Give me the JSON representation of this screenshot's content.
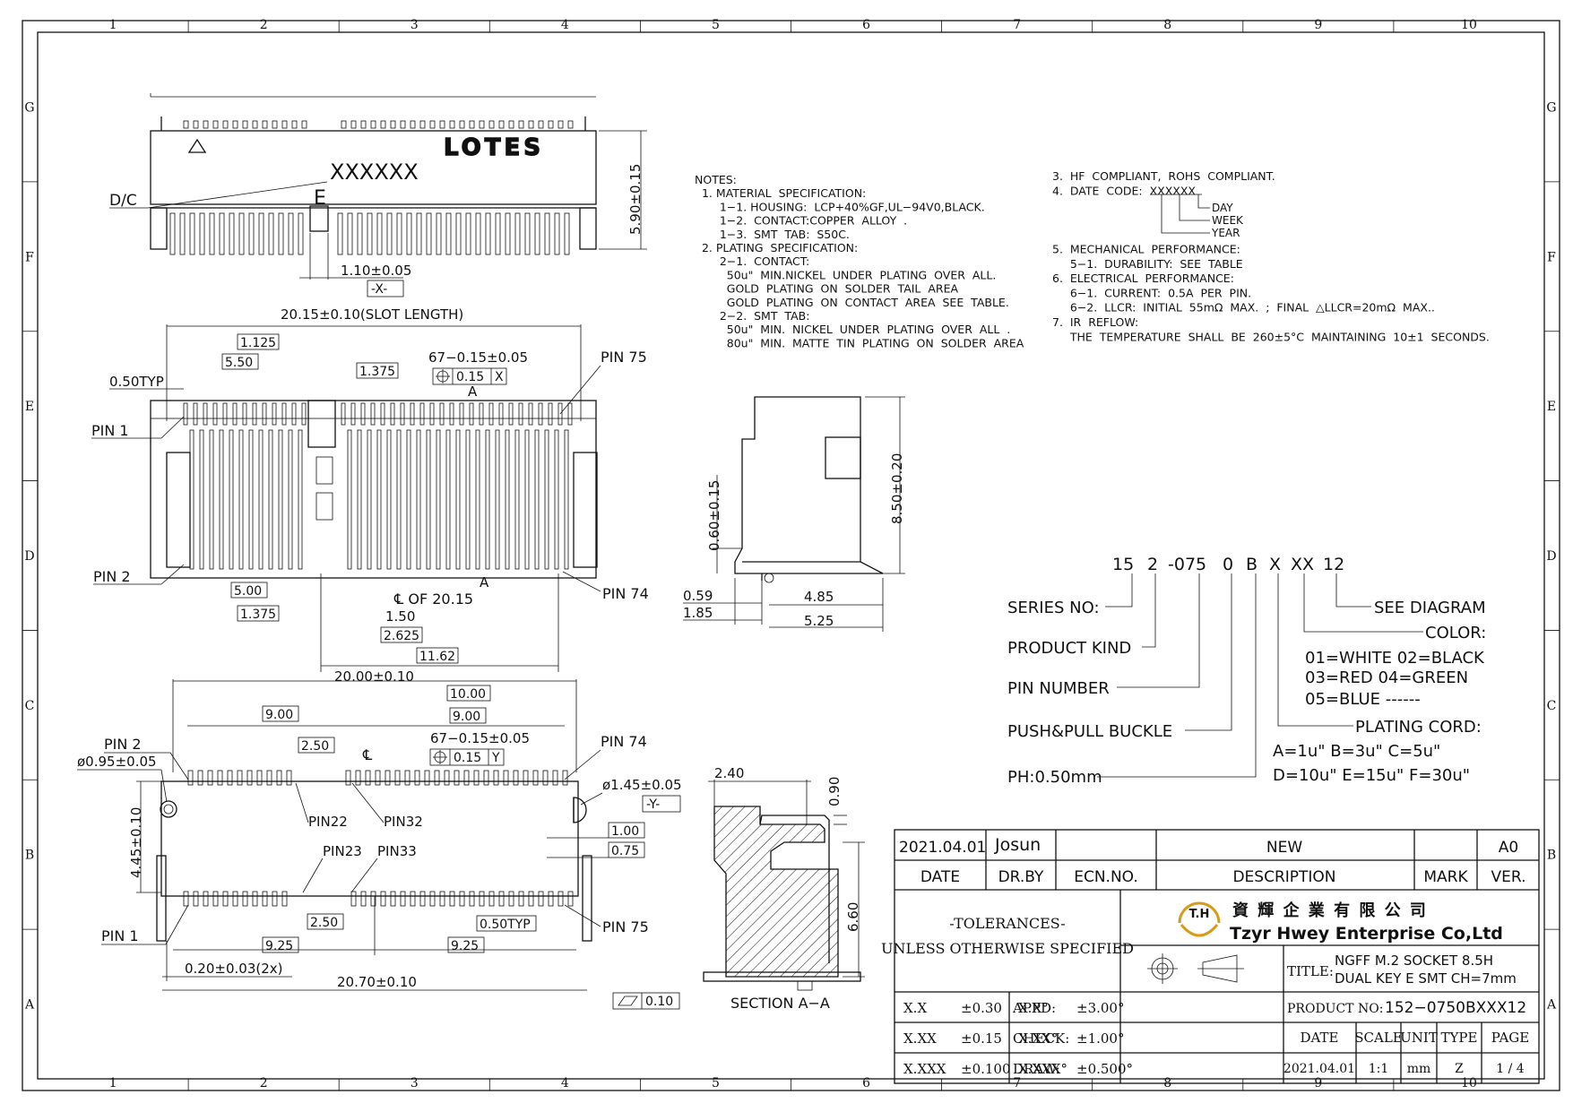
{
  "frame": {
    "cols": [
      "1",
      "2",
      "3",
      "4",
      "5",
      "6",
      "7",
      "8",
      "9",
      "10"
    ],
    "rows": [
      "G",
      "F",
      "E",
      "D",
      "C",
      "B",
      "A"
    ]
  },
  "top_view": {
    "logo": "LOTES",
    "marking": "XXXXXX",
    "key_letter": "E",
    "dc_label": "D/C",
    "dim_height": "5.90±0.15",
    "dim_key": "1.10±0.05",
    "datum_x": "-X-"
  },
  "front_view": {
    "slot_length": "20.15±0.10(SLOT LENGTH)",
    "d1125": "1.125",
    "d550": "5.50",
    "d1375": "1.375",
    "pitch_typ": "0.50TYP",
    "pins_tol": "67−0.15±0.05",
    "pos_tol": "0.15",
    "pos_datum": "X",
    "pin1": "PIN  1",
    "pin2": "PIN  2",
    "pin74": "PIN  74",
    "pin75": "PIN  75",
    "section_mark_top": "A",
    "section_mark_bottom": "A",
    "d500": "5.00",
    "d1375b": "1.375",
    "center": "℄  OF  20.15",
    "d150": "1.50",
    "d2625": "2.625",
    "d1162": "11.62",
    "d2000": "20.00±0.10"
  },
  "side_view": {
    "d060": "0.60±0.15",
    "d850": "8.50±0.20",
    "d059": "0.59",
    "d185": "1.85",
    "d485": "4.85",
    "d525": "5.25"
  },
  "bottom_view": {
    "d1000": "10.00",
    "d900a": "9.00",
    "d900b": "9.00",
    "d250": "2.50",
    "center": "℄",
    "pins_tol": "67−0.15±0.05",
    "pos_tol": "0.15",
    "pos_datum": "Y",
    "pin2": "PIN  2",
    "pin74": "PIN  74",
    "hole1": "ø0.95±0.05",
    "hole2": "ø1.45±0.05",
    "datum_y": "-Y-",
    "pin22": "PIN22",
    "pin32": "PIN32",
    "pin23": "PIN23",
    "pin33": "PIN33",
    "d445": "4.45±0.10",
    "d100": "1.00",
    "d075": "0.75",
    "d250b": "2.50",
    "pitch_typ": "0.50TYP",
    "pin1": "PIN  1",
    "pin75": "PIN  75",
    "d925a": "9.25",
    "d925b": "9.25",
    "d020": "0.20±0.03(2x)",
    "d2070": "20.70±0.10",
    "flatness": "0.10"
  },
  "section_view": {
    "d240": "2.40",
    "d090": "0.90",
    "d660": "6.60",
    "label": "SECTION  A−A"
  },
  "notes": {
    "left": [
      "NOTES:",
      "  1. MATERIAL  SPECIFICATION:",
      "       1−1. HOUSING:  LCP+40%GF,UL−94V0,BLACK.",
      "       1−2.  CONTACT:COPPER  ALLOY  .",
      "       1−3.  SMT  TAB:  S50C.",
      "  2. PLATING  SPECIFICATION:",
      "       2−1.  CONTACT:",
      "         50u\"  MIN.NICKEL  UNDER  PLATING  OVER  ALL.",
      "         GOLD  PLATING  ON  SOLDER  TAIL  AREA",
      "         GOLD  PLATING  ON  CONTACT  AREA  SEE  TABLE.",
      "       2−2.  SMT  TAB:",
      "         50u\"  MIN.  NICKEL  UNDER  PLATING  OVER  ALL  .",
      "         80u\"  MIN.  MATTE  TIN  PLATING  ON  SOLDER  AREA"
    ],
    "right": [
      "3.  HF  COMPLIANT,  ROHS  COMPLIANT.",
      "4.  DATE  CODE:  XXXXXX",
      "",
      "",
      "",
      "5.  MECHANICAL  PERFORMANCE:",
      "     5−1.  DURABILITY:  SEE  TABLE",
      "6.  ELECTRICAL  PERFORMANCE:",
      "     6−1.  CURRENT:  0.5A  PER  PIN.",
      "     6−2.  LLCR:  INITIAL  55mΩ  MAX.  ;  FINAL  △LLCR=20mΩ  MAX..",
      "7.  IR  REFLOW:",
      "     THE  TEMPERATURE  SHALL  BE  260±5°C  MAINTAINING  10±1  SECONDS."
    ],
    "date_code_parts": [
      "DAY",
      "WEEK",
      "YEAR"
    ]
  },
  "part_code": {
    "segments": [
      "15",
      "2",
      "-075",
      "0",
      "B",
      "X",
      "XX",
      "12"
    ],
    "series": "SERIES  NO:",
    "kind": "PRODUCT  KIND",
    "pin_number": "PIN  NUMBER",
    "buckle": "PUSH&PULL  BUCKLE",
    "pitch": "PH:0.50mm",
    "see_diagram": "SEE  DIAGRAM",
    "color": "COLOR:",
    "color1": "01=WHITE  02=BLACK",
    "color2": "03=RED    04=GREEN",
    "color3": "05=BLUE  ------",
    "plating": "PLATING  CORD:",
    "plating1": "A=1u\"   B=3u\"   C=5u\"",
    "plating2": "D=10u\"  E=15u\"  F=30u\""
  },
  "title_block": {
    "rev_date": "2021.04.01",
    "rev_by": "Josun",
    "rev_desc": "NEW",
    "rev_ver": "A0",
    "h_date": "DATE",
    "h_drby": "DR.BY",
    "h_ecn": "ECN.NO.",
    "h_desc": "DESCRIPTION",
    "h_mark": "MARK",
    "h_ver": "VER.",
    "tol_title": "-TOLERANCES-",
    "tol_sub": "UNLESS OTHERWISE SPECIFIED",
    "company_cn": "資 輝 企 業 有 限 公 司",
    "company_en": "Tzyr Hwey Enterprise Co,Ltd",
    "logo_letters": "T.H",
    "title_label": "TITLE:",
    "title1": "NGFF M.2 SOCKET 8.5H",
    "title2": "DUAL KEY E SMT CH=7mm",
    "tol": [
      [
        "X.X",
        "±0.30",
        "X.X°",
        "±3.00°"
      ],
      [
        "X.XX",
        "±0.15",
        "X.XX°",
        "±1.00°"
      ],
      [
        "X.XXX",
        "±0.100",
        "X.XXX°",
        "±0.500°"
      ]
    ],
    "appd": "APPD:",
    "check": "CHECK:",
    "draw": "DRAW:",
    "product_no_label": "PRODUCT NO:",
    "product_no": "152−0750BXXX12",
    "h2_date": "DATE",
    "h2_scale": "SCALE",
    "h2_unit": "UNIT",
    "h2_type": "TYPE",
    "h2_page": "PAGE",
    "v_date": "2021.04.01",
    "v_scale": "1:1",
    "v_unit": "mm",
    "v_type": "Z",
    "v_page": "1 / 4",
    "logo_color": "#d99a1a",
    "accent_red": "#d22020"
  }
}
